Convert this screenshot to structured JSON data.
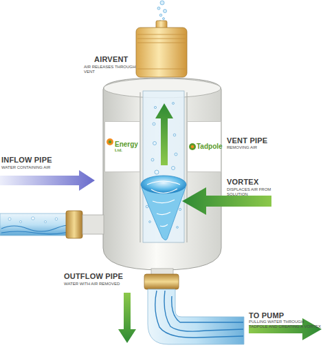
{
  "diagram": {
    "nodes": [
      {
        "text": [
          "Energy",
          "Ltd."
        ]
      },
      {
        "text": [
          "Tadpole"
        ]
      }
    ],
    "labels": [
      "AIRVENT",
      "AIR RELEASES THROUGH VENT",
      "VENT PIPE",
      "REMOVING AIR",
      "INFLOW PIPE",
      "WATER CONTAINING AIR",
      "VORTEX",
      "DISPLACES AIR FROM SOLUTION",
      "OUTFLOW PIPE",
      "WATER WITH AIR REMOVED",
      "TO PUMP",
      "PULLING WATER THROUGH TADPOLE AND CREATING A VORTEX"
    ]
  }
}
